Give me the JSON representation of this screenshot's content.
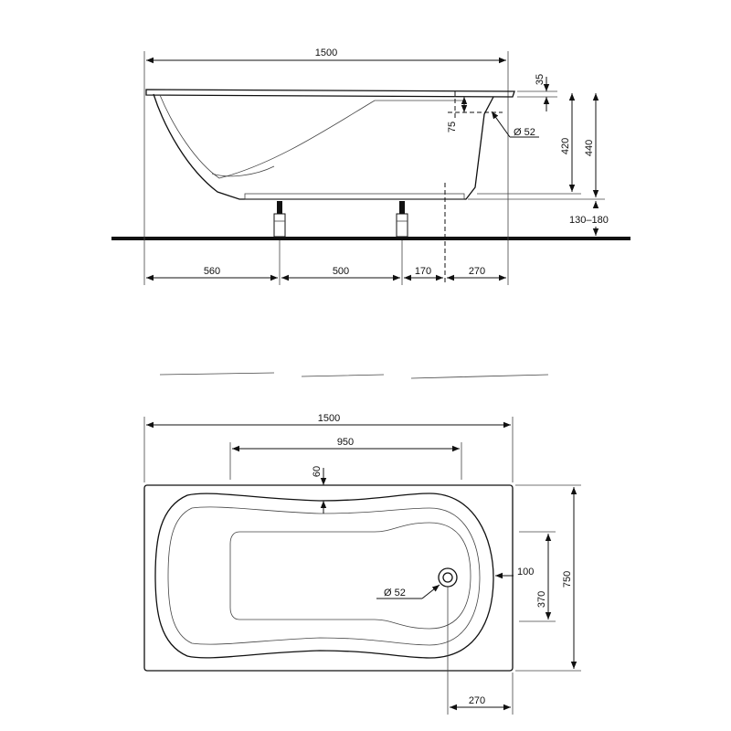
{
  "side_view": {
    "overall_length": "1500",
    "rim_height": "35",
    "overflow_offset": "75",
    "drain_diameter": "Ø 52",
    "inner_depth": "420",
    "total_height": "440",
    "leg_height": "130–180",
    "leg_spacing": [
      "560",
      "500",
      "170",
      "270"
    ]
  },
  "top_view": {
    "overall_length": "1500",
    "inner_length": "950",
    "rim_width": "60",
    "overflow_offset": "100",
    "drain_diameter": "Ø 52",
    "inner_width": "370",
    "overall_width": "750",
    "drain_distance": "270"
  }
}
